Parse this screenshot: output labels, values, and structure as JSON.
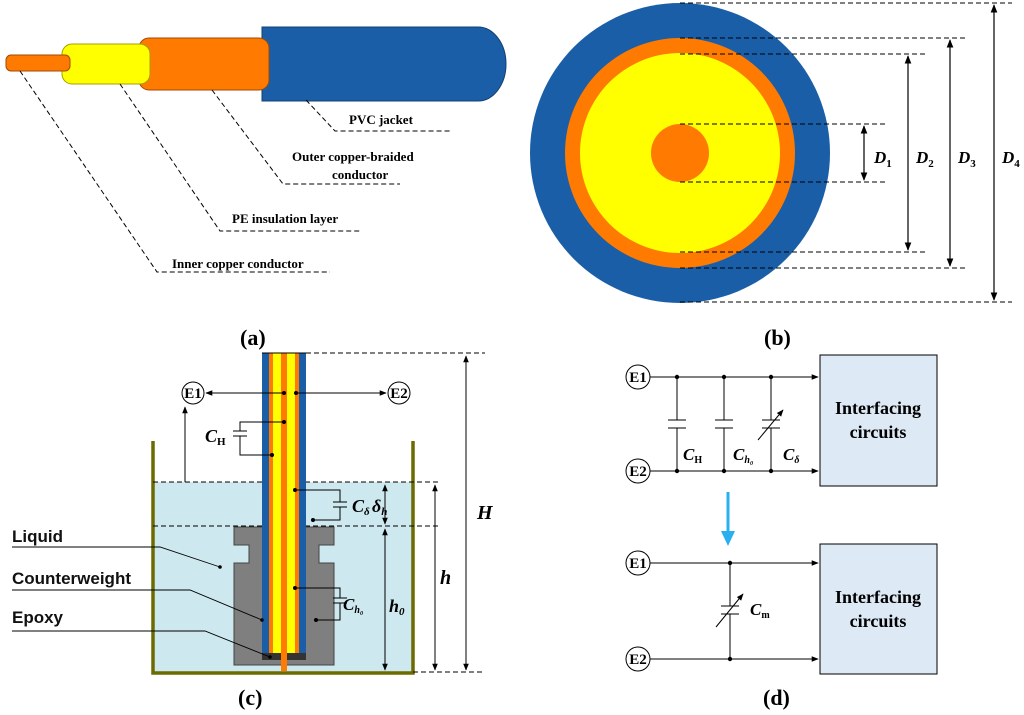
{
  "colors": {
    "pvc_jacket": "#1b5ea8",
    "outer_braid": "#ff7a00",
    "pe_insulation": "#ffff00",
    "inner_conductor": "#ff7a00",
    "liquid": "#cde9ef",
    "container": "#6b6b00",
    "counterweight": "#7f7f7f",
    "interface_box": "#dde9f5",
    "arrow": "#2ab0f0"
  },
  "panel_a": {
    "label": "(a)",
    "callouts": {
      "pvc_jacket": "PVC jacket",
      "outer_braid_line1": "Outer copper-braided",
      "outer_braid_line2": "conductor",
      "pe_insulation": "PE insulation layer",
      "inner_conductor": "Inner copper conductor"
    }
  },
  "panel_b": {
    "label": "(b)",
    "dimensions": [
      {
        "letter": "D",
        "sub": "1"
      },
      {
        "letter": "D",
        "sub": "2"
      },
      {
        "letter": "D",
        "sub": "3"
      },
      {
        "letter": "D",
        "sub": "4"
      }
    ]
  },
  "panel_c": {
    "label": "(c)",
    "electrodes": {
      "e1": "E1",
      "e2": "E2"
    },
    "materials": {
      "liquid": "Liquid",
      "counterweight": "Counterweight",
      "epoxy": "Epoxy"
    },
    "capacitors": {
      "ch": {
        "letter": "C",
        "sub": "H"
      },
      "cdelta": {
        "letter": "C",
        "sub": "δ"
      },
      "ch0": {
        "letter": "C",
        "sub": "h₀"
      }
    },
    "dims": {
      "H": "H",
      "h": "h",
      "delta_letter": "δ",
      "delta_sub": "h",
      "h0_letter": "h",
      "h0_sub": "0"
    }
  },
  "panel_d": {
    "label": "(d)",
    "top": {
      "e1": "E1",
      "e2": "E2",
      "caps": [
        {
          "letter": "C",
          "sub": "H"
        },
        {
          "letter": "C",
          "sub": "h₀"
        },
        {
          "letter": "C",
          "sub": "δ"
        }
      ],
      "box_line1": "Interfacing",
      "box_line2": "circuits"
    },
    "bottom": {
      "e1": "E1",
      "e2": "E2",
      "cap": {
        "letter": "C",
        "sub": "m"
      },
      "box_line1": "Interfacing",
      "box_line2": "circuits"
    }
  }
}
